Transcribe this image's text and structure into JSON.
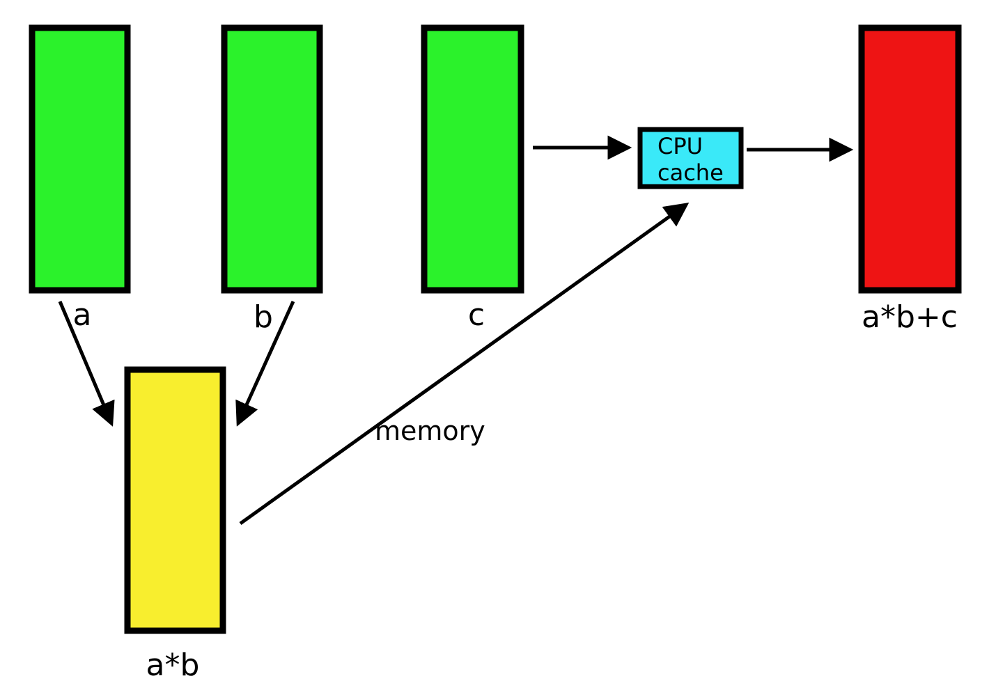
{
  "diagram": {
    "type": "dataflow-diagram",
    "description": "Arrays a, b, c in memory; a*b computed into a temporary; temporary and c streamed through CPU cache to produce a*b+c"
  },
  "colors": {
    "input_block_fill": "#2bf22b",
    "result_block_fill": "#ee1414",
    "temp_block_fill": "#f8ee2e",
    "cache_block_fill": "#3ae9f8",
    "stroke": "#000000",
    "background": "#ffffff"
  },
  "blocks": {
    "a": {
      "label": "a"
    },
    "b": {
      "label": "b"
    },
    "c": {
      "label": "c"
    },
    "ab": {
      "label": "a*b"
    },
    "abc": {
      "label": "a*b+c"
    }
  },
  "cache": {
    "line1": "CPU",
    "line2": "cache"
  },
  "annotations": {
    "memory": "memory"
  }
}
